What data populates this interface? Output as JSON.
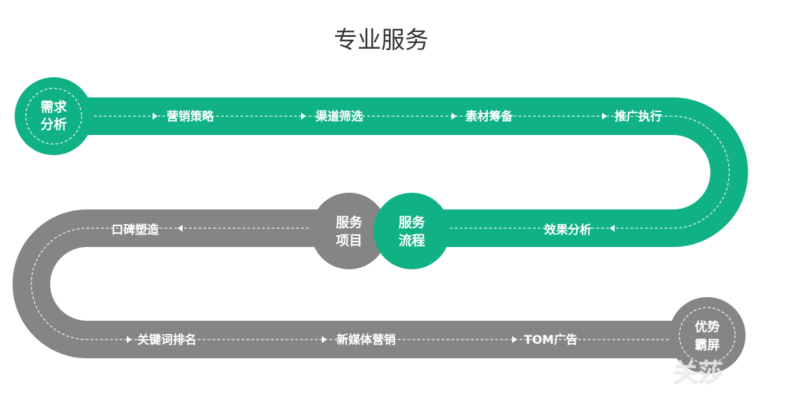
{
  "title": "专业服务",
  "colors": {
    "green": "#10b285",
    "gray": "#858585"
  },
  "nodes": {
    "start": [
      "需求",
      "分析"
    ],
    "project": [
      "服务",
      "项目"
    ],
    "process": [
      "服务",
      "流程"
    ],
    "end": [
      "优势",
      "霸屏"
    ]
  },
  "green_steps": [
    "营销策略",
    "渠道筛选",
    "素材筹备",
    "推广执行",
    "效果分析"
  ],
  "gray_steps": [
    "口碑塑造",
    "关键词排名",
    "新媒体营销",
    "TOM广告"
  ],
  "watermark": "关莎"
}
